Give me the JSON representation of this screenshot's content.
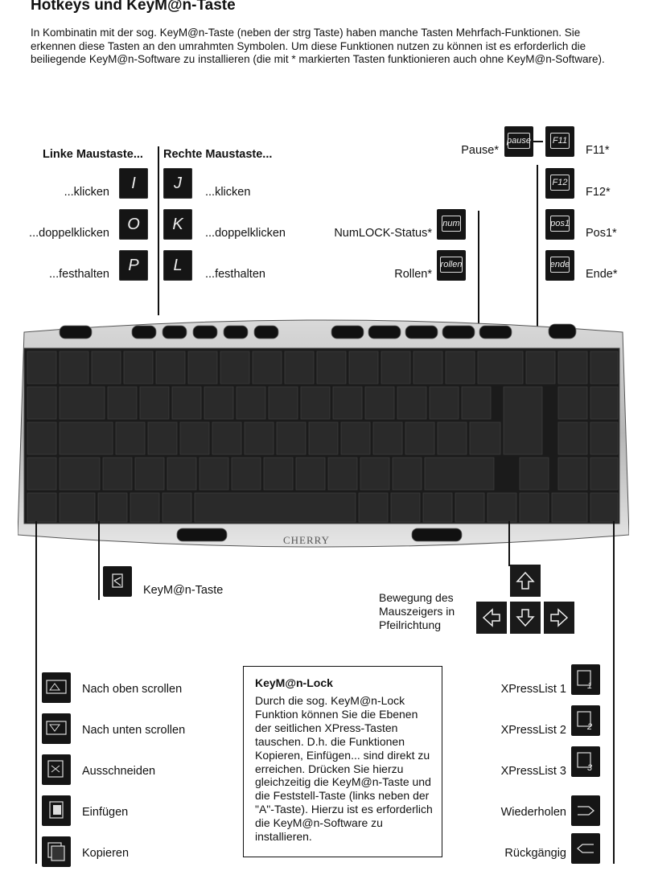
{
  "title": "Hotkeys und KeyM@n-Taste",
  "intro": "In Kombinatin mit der sog. KeyM@n-Taste (neben der strg Taste) haben manche Tasten Mehrfach-Funktionen. Sie erkennen diese Tasten an den umrahmten Symbolen. Um diese Funktionen nutzen zu können ist es erforderlich die beiliegende KeyM@n-Software zu installieren (die mit * markierten Tasten funktionieren auch ohne KeyM@n-Software).",
  "left_mouse": {
    "heading": "Linke Maustaste...",
    "rows": [
      {
        "label": "...klicken",
        "key": "I"
      },
      {
        "label": "...doppelklicken",
        "key": "O"
      },
      {
        "label": "...festhalten",
        "key": "P"
      }
    ]
  },
  "right_mouse": {
    "heading": "Rechte Maustaste...",
    "rows": [
      {
        "label": "...klicken",
        "key": "J"
      },
      {
        "label": "...doppelklicken",
        "key": "K"
      },
      {
        "label": "...festhalten",
        "key": "L"
      }
    ]
  },
  "status_keys": [
    {
      "label": "Pause*",
      "symbol": "pause"
    },
    {
      "label": "NumLOCK-Status*",
      "symbol": "num"
    },
    {
      "label": "Rollen*",
      "symbol": "rollen"
    }
  ],
  "right_fkeys": [
    {
      "label": "F11*",
      "symbol": "F11"
    },
    {
      "label": "F12*",
      "symbol": "F12"
    },
    {
      "label": "Pos1*",
      "symbol": "pos1"
    },
    {
      "label": "Ende*",
      "symbol": "ende"
    }
  ],
  "brand": "CHERRY",
  "keyman_label": "KeyM@n-Taste",
  "mouse_move_label": "Bewegung des Mauszeigers in Pfeilrichtung",
  "left_functions": [
    "Nach oben scrollen",
    "Nach unten scrollen",
    "Ausschneiden",
    "Einfügen",
    "Kopieren"
  ],
  "right_functions": [
    "XPressList 1",
    "XPressList 2",
    "XPressList 3",
    "Wiederholen",
    "Rückgängig"
  ],
  "lock": {
    "title": "KeyM@n-Lock",
    "body": "Durch die sog. KeyM@n-Lock Funktion können Sie die Ebenen der seitlichen XPress-Tasten tauschen. D.h. die Funktionen Kopieren, Einfügen... sind direkt zu erreichen. Drücken Sie hierzu gleichzeitig die KeyM@n-Taste und die Feststell-Taste (links neben der \"A\"-Taste). Hierzu ist es erforderlich die KeyM@n-Software zu installieren."
  }
}
